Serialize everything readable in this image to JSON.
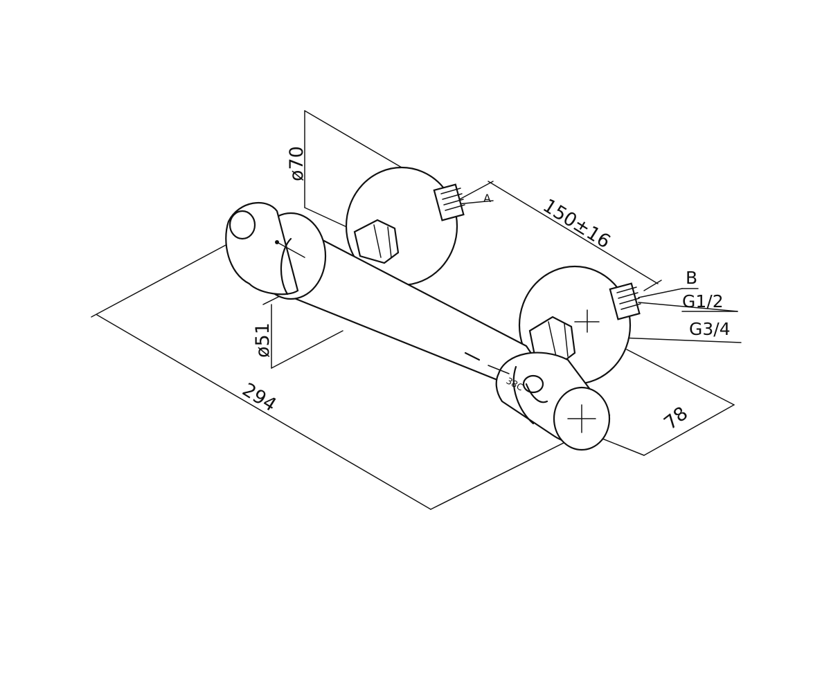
{
  "dimensions": {
    "overall_length": "294",
    "wall_flange_diameter": "ø70",
    "body_diameter": "ø51",
    "center_distance": "150±16",
    "depth": "78"
  },
  "callouts": {
    "a": "A",
    "b": "B",
    "inlet_thread": "G1/2",
    "outlet_thread": "G3/4"
  },
  "knob_marking": "38C"
}
